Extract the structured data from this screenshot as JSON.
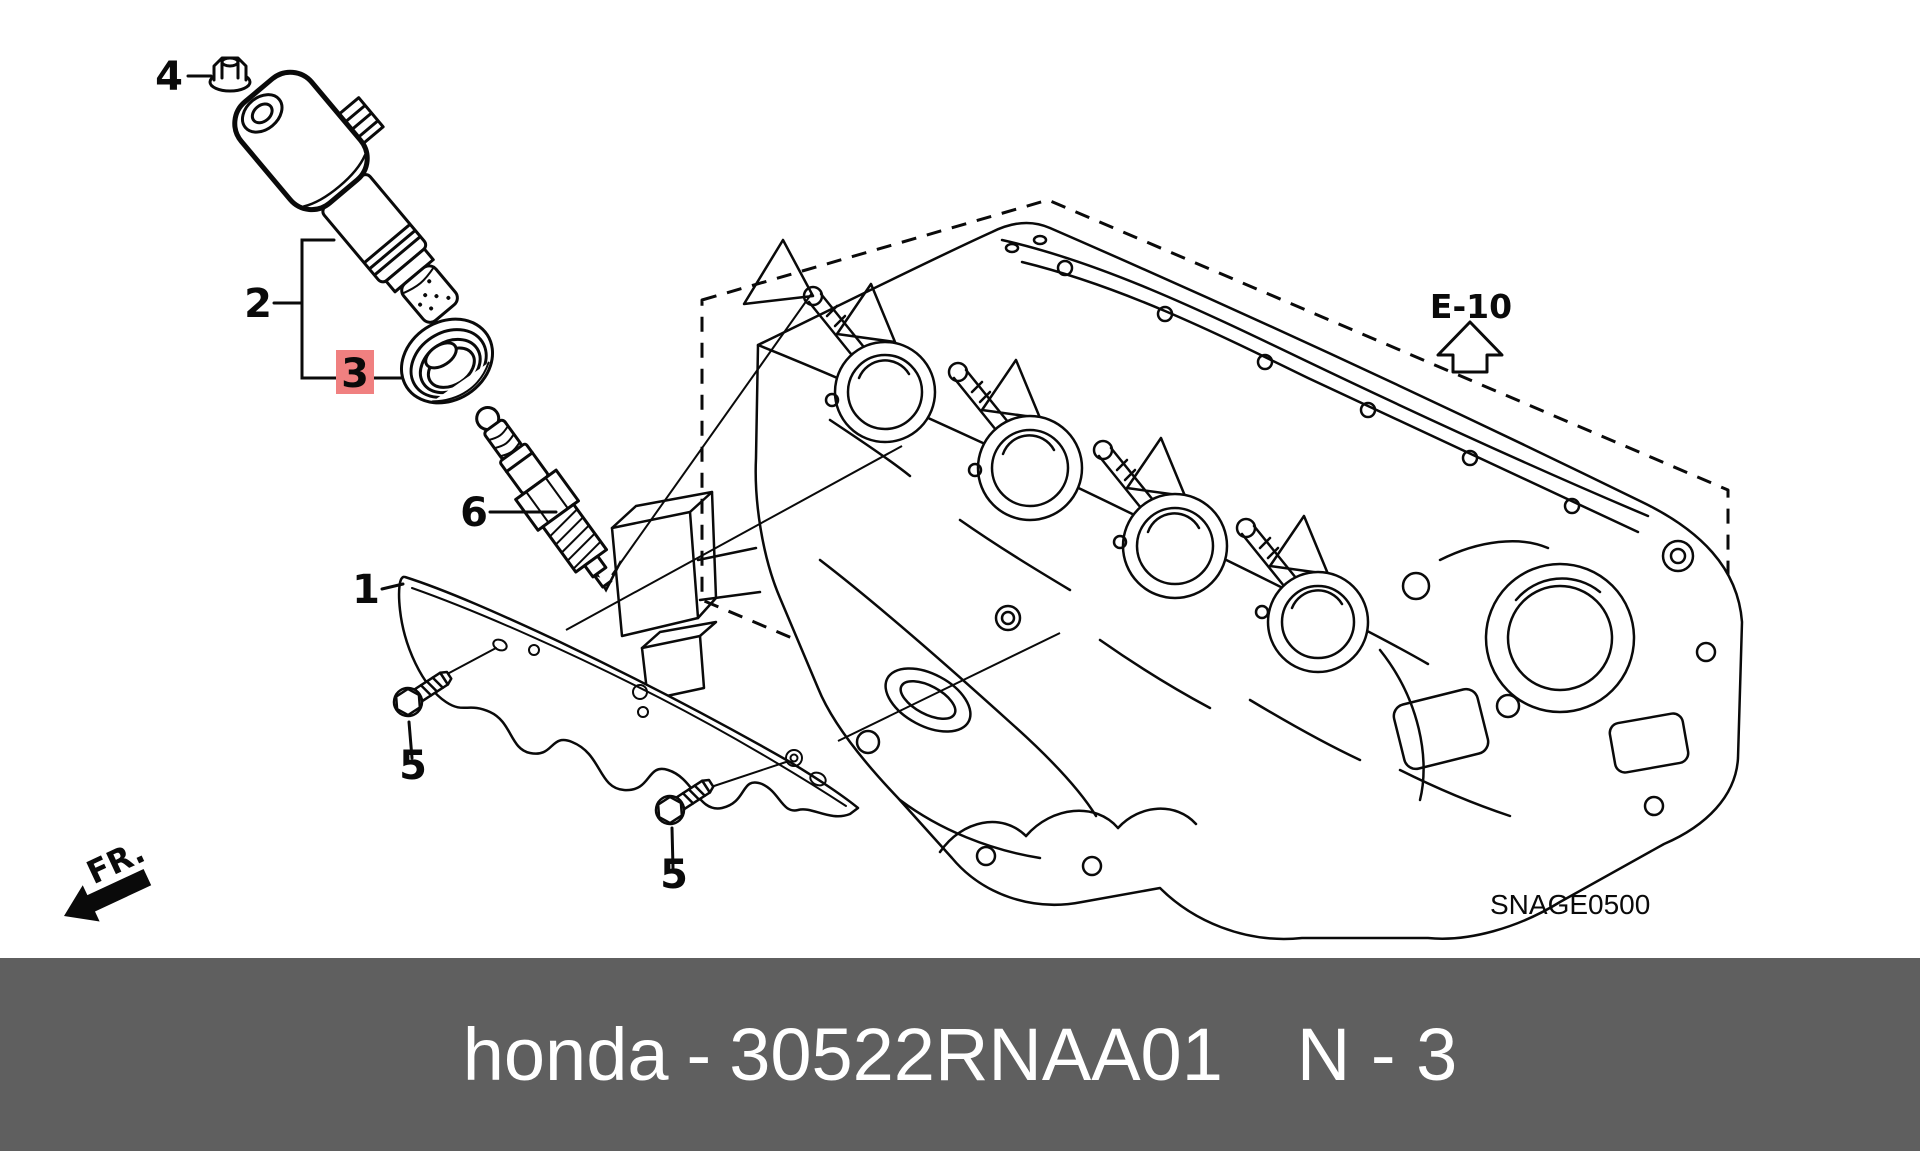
{
  "diagram": {
    "code": "SNAGE0500",
    "section_ref": "E-10",
    "front_direction_label": "FR.",
    "highlight_color": "#f08080",
    "highlight_text_color": "#8b2020",
    "line_color": "#0a0a0a",
    "callouts": {
      "c1": "1",
      "c2": "2",
      "c3": "3",
      "c4": "4",
      "c5a": "5",
      "c5b": "5",
      "c6": "6"
    }
  },
  "footer": {
    "brand": "honda",
    "separator": "-",
    "part_number": "30522RNAA01",
    "page_ref": "N - 3",
    "background_color": "#5f5f5f",
    "text_color": "#ffffff"
  }
}
